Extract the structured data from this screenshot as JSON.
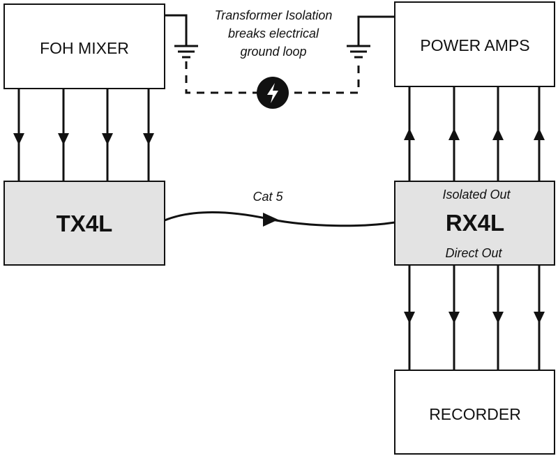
{
  "nodes": {
    "foh_mixer": "FOH MIXER",
    "power_amps": "POWER AMPS",
    "tx": "TX4L",
    "rx": "RX4L",
    "recorder": "RECORDER"
  },
  "rx_labels": {
    "isolated_out": "Isolated Out",
    "direct_out": "Direct Out"
  },
  "annotations": {
    "isolation_line1": "Transformer Isolation",
    "isolation_line2": "breaks electrical",
    "isolation_line3": "ground loop",
    "cable": "Cat 5"
  },
  "icons": {
    "ground_left": "ground-icon",
    "ground_right": "ground-icon",
    "ground_loop": "lightning-bolt-icon"
  },
  "connections": [
    {
      "from": "FOH MIXER",
      "to": "TX4L",
      "channels": 4
    },
    {
      "from": "TX4L",
      "to": "RX4L",
      "via": "Cat 5"
    },
    {
      "from": "RX4L",
      "to": "POWER AMPS",
      "channels": 4,
      "output": "Isolated Out"
    },
    {
      "from": "RX4L",
      "to": "RECORDER",
      "channels": 4,
      "output": "Direct Out"
    }
  ]
}
